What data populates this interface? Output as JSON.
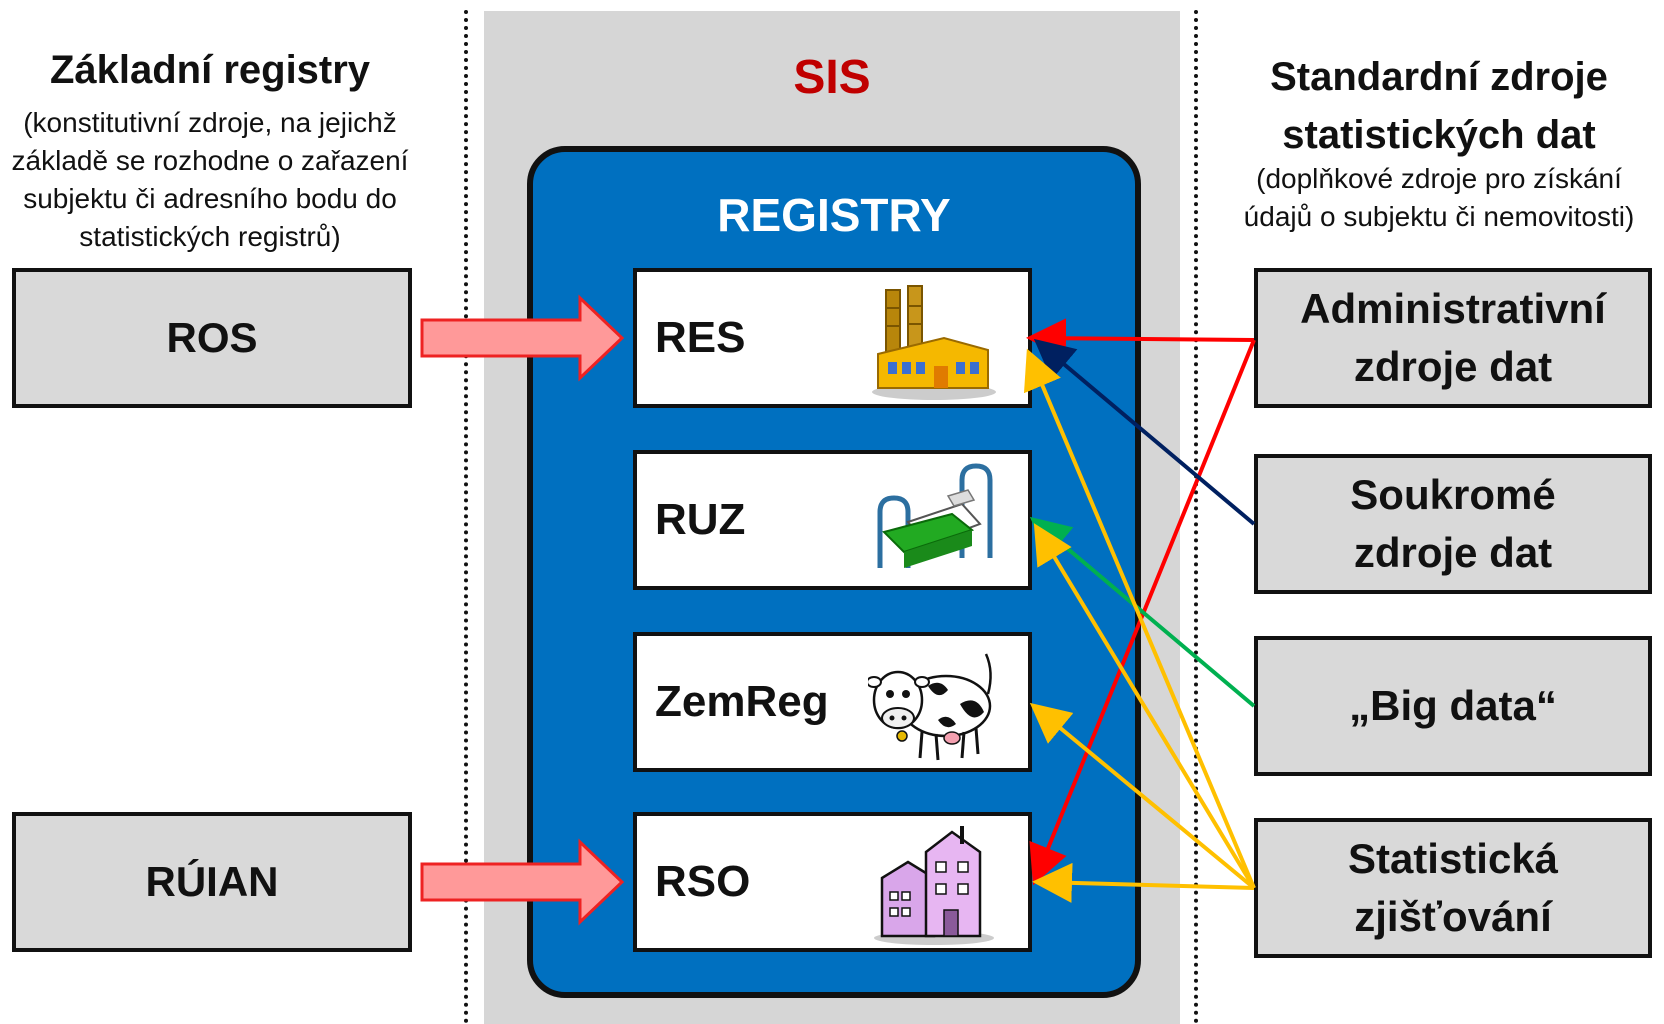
{
  "left": {
    "title": "Základní registry",
    "subtitle_lines": [
      "(konstitutivní zdroje, na jejichž",
      "základě se rozhodne o zařazení",
      "subjektu či adresního bodu do",
      "statistických registrů)"
    ],
    "boxes": [
      "ROS",
      "RÚIAN"
    ]
  },
  "center": {
    "title": "SIS",
    "panel_title": "REGISTRY",
    "registers": [
      "RES",
      "RUZ",
      "ZemReg",
      "RSO"
    ]
  },
  "right": {
    "title_lines": [
      "Standardní zdroje",
      "statistických dat"
    ],
    "subtitle_lines": [
      "(doplňkové zdroje pro získání",
      "údajů o subjektu či nemovitosti)"
    ],
    "sources": [
      {
        "line1": "Administrativní",
        "line2": "zdroje dat"
      },
      {
        "line1": "Soukromé",
        "line2": "zdroje dat"
      },
      {
        "line1": "„Big data“",
        "line2": ""
      },
      {
        "line1": "Statistická",
        "line2": "zjišťování"
      }
    ]
  },
  "colors": {
    "sis_title": "#c00000",
    "panel": "#0070c0",
    "admin_arrow": "#ff0000",
    "private_arrow": "#002060",
    "bigdata_arrow": "#00b050",
    "survey_arrow": "#ffc000",
    "input_arrow_fill": "#ff9999",
    "input_arrow_stroke": "#ee2222"
  },
  "icons": [
    "factory-icon",
    "bed-icon",
    "cow-icon",
    "building-icon"
  ]
}
